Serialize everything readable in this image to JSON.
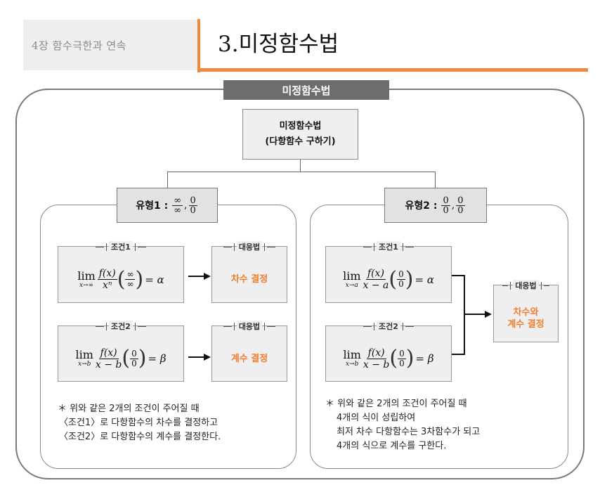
{
  "header": {
    "chapter": "4장 함수극한과 연속",
    "title": "3.미정함수법"
  },
  "diagram": {
    "tab_label": "미정함수법",
    "top_box": {
      "line1": "미정함수법",
      "line2": "(다항함수 구하기)"
    },
    "type1": {
      "label": "유형1 :",
      "frac1_num": "∞",
      "frac1_den": "∞",
      "sep": ",",
      "frac2_num": "0",
      "frac2_den": "0",
      "cond1": {
        "label": "조건1",
        "lim_sub": "x→∞",
        "num": "f(x)",
        "den": "xⁿ",
        "inner_num": "∞",
        "inner_den": "∞",
        "rhs": "= α"
      },
      "resp1": {
        "label": "대응법",
        "text": "차수 결정"
      },
      "cond2": {
        "label": "조건2",
        "lim_sub": "x→b",
        "num": "f(x)",
        "den": "x − b",
        "inner_num": "0",
        "inner_den": "0",
        "rhs": "= β"
      },
      "resp2": {
        "label": "대응법",
        "text": "계수 결정"
      },
      "note": [
        "＊ 위와 같은 2개의 조건이 주어질 때",
        "〈조건1〉로 다항함수의 차수를 결정하고",
        "〈조건2〉로 다항함수의 계수를 결정한다."
      ]
    },
    "type2": {
      "label": "유형2 :",
      "frac1_num": "0",
      "frac1_den": "0",
      "sep": ",",
      "frac2_num": "0",
      "frac2_den": "0",
      "cond1": {
        "label": "조건1",
        "lim_sub": "x→a",
        "num": "f(x)",
        "den": "x − a",
        "inner_num": "0",
        "inner_den": "0",
        "rhs": "= α"
      },
      "cond2": {
        "label": "조건2",
        "lim_sub": "x→b",
        "num": "f(x)",
        "den": "x − b",
        "inner_num": "0",
        "inner_den": "0",
        "rhs": "= β"
      },
      "resp": {
        "label": "대응법",
        "line1": "차수와",
        "line2": "계수 결정"
      },
      "note": [
        "＊ 위와 같은 2개의 조건이 주어질 때",
        "4개의 식이 성립하여",
        "최저 차수 다항함수는 3차함수가 되고",
        "4개의 식으로 계수를 구한다."
      ]
    }
  },
  "colors": {
    "accent": "#f0883c",
    "highlight_text": "#ef7d2c",
    "tab_bg": "#6d6d6d"
  }
}
